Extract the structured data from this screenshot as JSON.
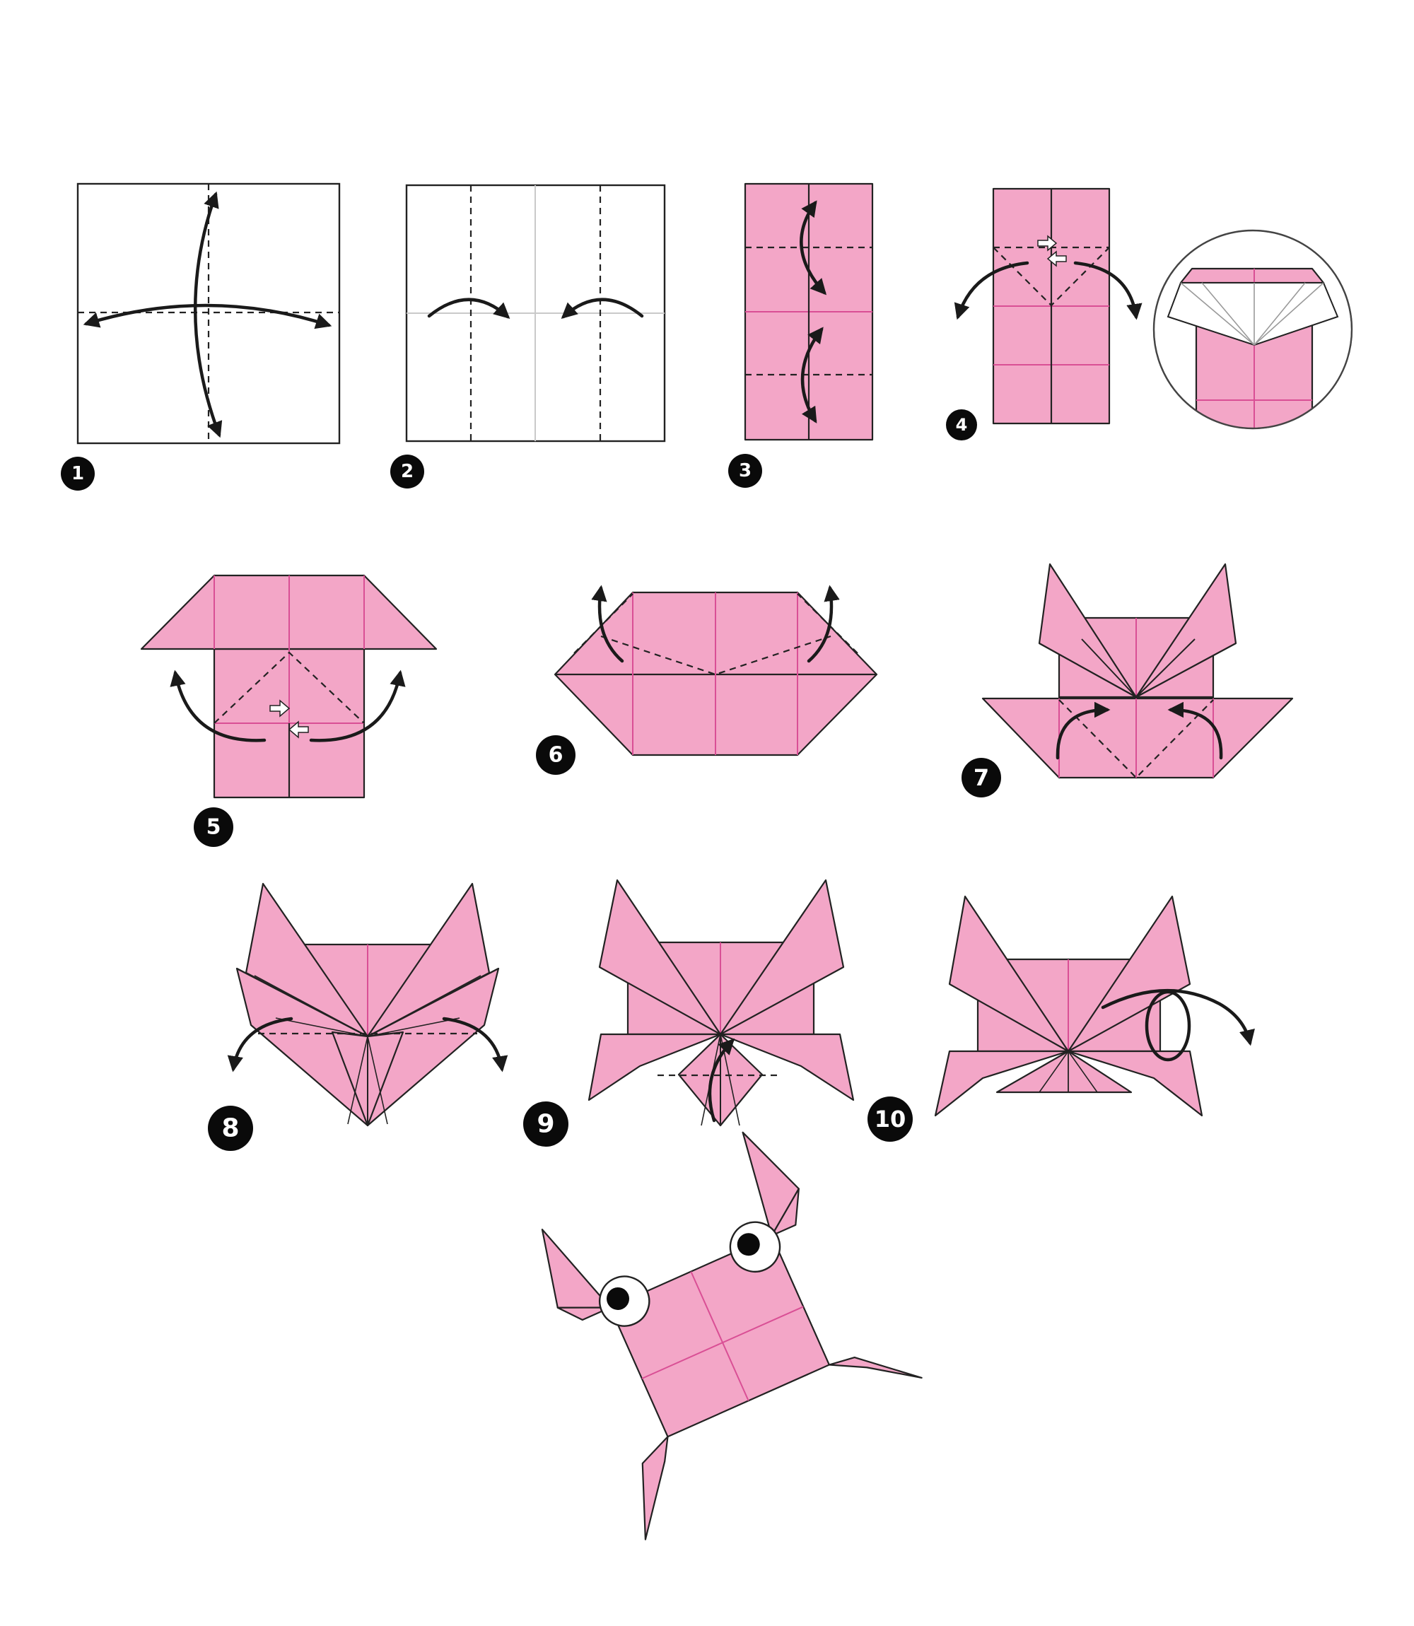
{
  "title": "",
  "steps": [
    {
      "id": 1,
      "label": "1"
    },
    {
      "id": 2,
      "label": "2"
    },
    {
      "id": 3,
      "label": "3"
    },
    {
      "id": 4,
      "label": "4"
    },
    {
      "id": 5,
      "label": "5"
    },
    {
      "id": 6,
      "label": "6"
    },
    {
      "id": 7,
      "label": "7"
    },
    {
      "id": 8,
      "label": "8"
    },
    {
      "id": 9,
      "label": "9"
    },
    {
      "id": 10,
      "label": "10"
    }
  ],
  "colors": {
    "paper_pink": "#f3a6c7",
    "crease_pink": "#d94f95",
    "outline": "#222222",
    "badge": "#0a0a0a",
    "badge_text": "#ffffff"
  },
  "icons": [
    "fold-arrow-icon",
    "inside-reverse-arrow-icon",
    "turn-over-arrow-icon",
    "eye-icon"
  ]
}
